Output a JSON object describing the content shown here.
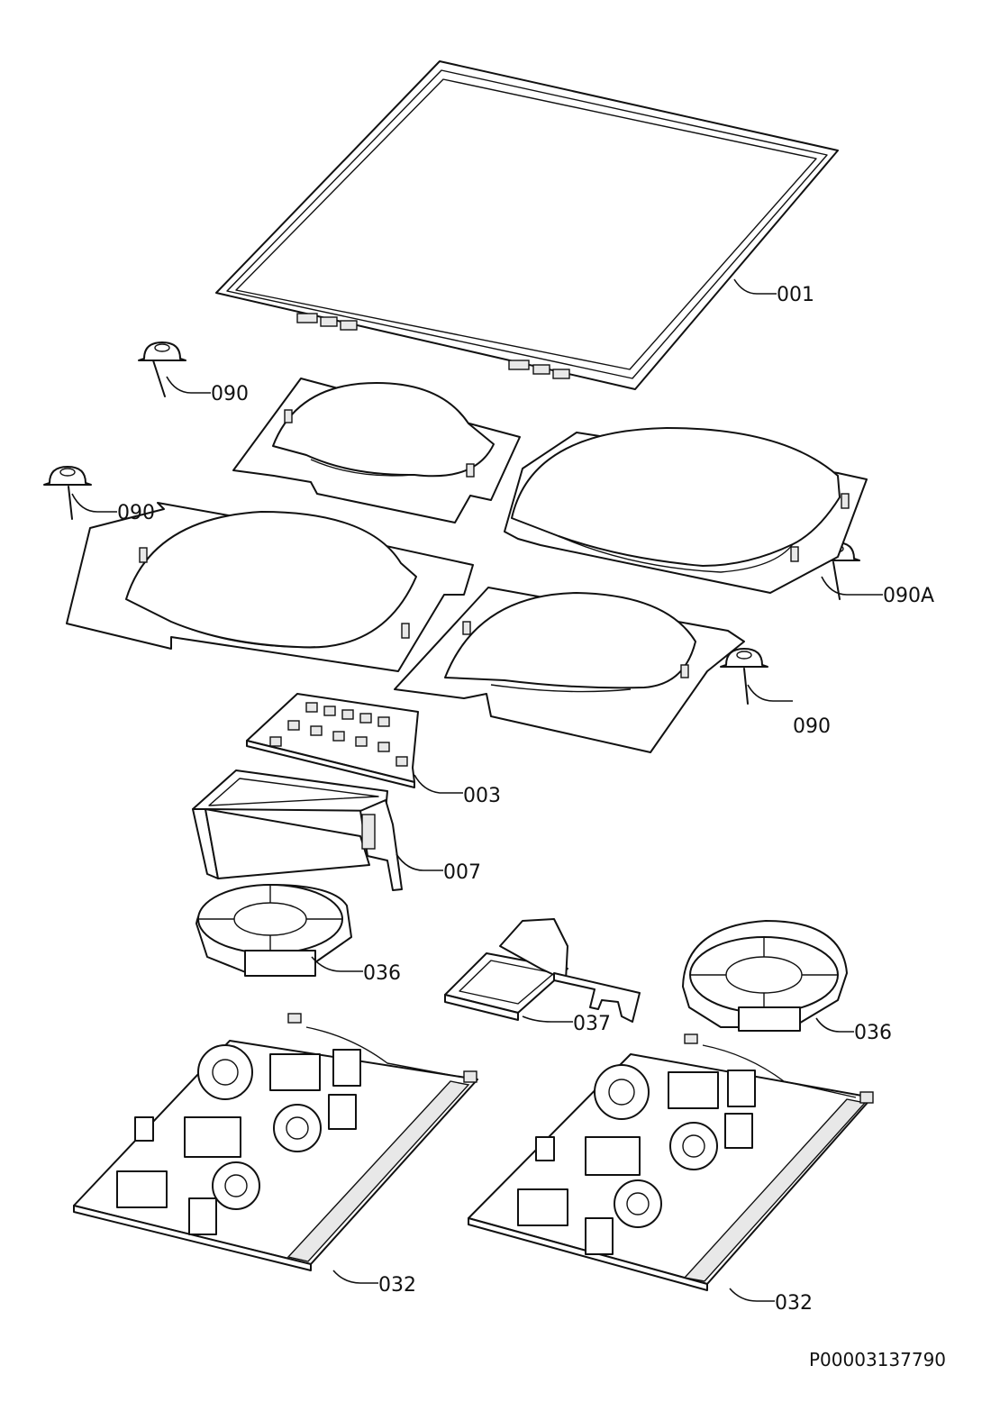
{
  "labels": {
    "frame": "001",
    "cap_1": "090",
    "cap_2": "090",
    "cap_3": "090A",
    "cap_4": "090",
    "control_board": "003",
    "board_holder": "007",
    "fan_left": "036",
    "bracket": "037",
    "fan_right": "036",
    "power_board_left": "032",
    "power_board_right": "032"
  },
  "document_id": "P00003137790"
}
